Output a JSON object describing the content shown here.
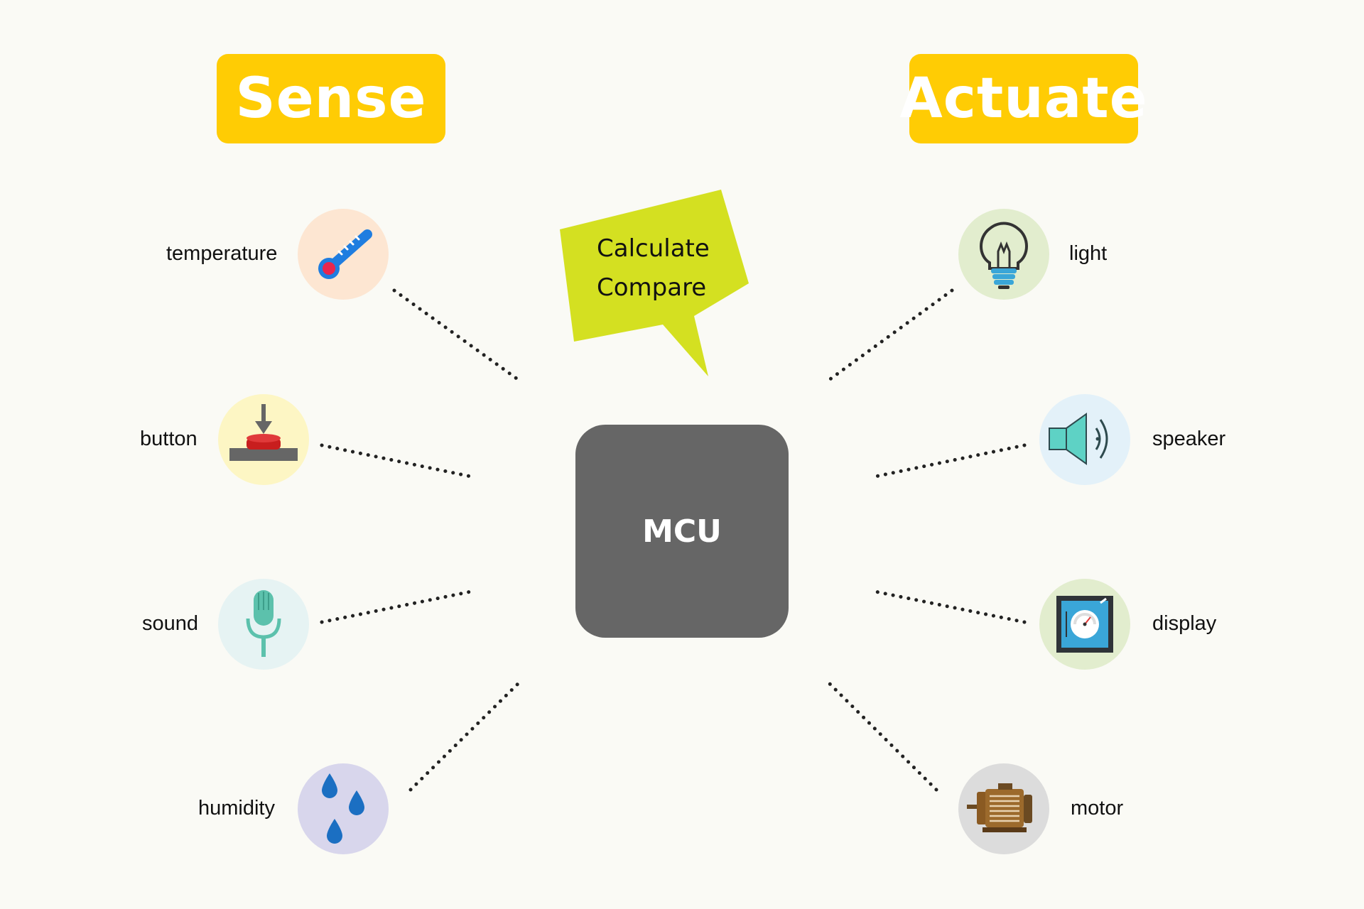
{
  "headers": {
    "sense": "Sense",
    "actuate": "Actuate"
  },
  "center": {
    "label": "MCU"
  },
  "bubble": {
    "line1": "Calculate",
    "line2": "Compare"
  },
  "sensors": [
    {
      "label": "temperature",
      "icon": "thermometer-icon"
    },
    {
      "label": "button",
      "icon": "push-button-icon"
    },
    {
      "label": "sound",
      "icon": "microphone-icon"
    },
    {
      "label": "humidity",
      "icon": "water-drops-icon"
    }
  ],
  "actuators": [
    {
      "label": "light",
      "icon": "light-bulb-icon"
    },
    {
      "label": "speaker",
      "icon": "speaker-icon"
    },
    {
      "label": "display",
      "icon": "gauge-display-icon"
    },
    {
      "label": "motor",
      "icon": "electric-motor-icon"
    }
  ],
  "colors": {
    "header": "#ffcc04",
    "mcu": "#666666",
    "bubble": "#d4e021",
    "background": "#fafaf5"
  }
}
